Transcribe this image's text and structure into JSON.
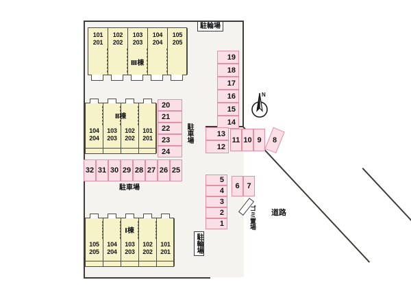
{
  "diagram": {
    "type": "site-plan",
    "title": "",
    "road_label": "道路",
    "garbage_label": "ゴミ置場",
    "parking_area_label": "駐車場",
    "bicycle_area_label": "駐輪場",
    "compass_label": "N"
  },
  "buildings": [
    {
      "id": "bldg-3",
      "name": "Ⅲ棟",
      "units": [
        {
          "upper": "101",
          "lower": "201"
        },
        {
          "upper": "102",
          "lower": "202"
        },
        {
          "upper": "103",
          "lower": "203"
        },
        {
          "upper": "104",
          "lower": "204"
        },
        {
          "upper": "105",
          "lower": "205"
        }
      ]
    },
    {
      "id": "bldg-2",
      "name": "Ⅱ棟",
      "units": [
        {
          "upper": "104",
          "lower": "204"
        },
        {
          "upper": "103",
          "lower": "203"
        },
        {
          "upper": "102",
          "lower": "202"
        },
        {
          "upper": "101",
          "lower": "201"
        }
      ]
    },
    {
      "id": "bldg-1",
      "name": "Ⅰ棟",
      "units": [
        {
          "upper": "105",
          "lower": "205"
        },
        {
          "upper": "104",
          "lower": "204"
        },
        {
          "upper": "103",
          "lower": "203"
        },
        {
          "upper": "102",
          "lower": "202"
        },
        {
          "upper": "101",
          "lower": "201"
        }
      ]
    }
  ],
  "parking_groups": [
    {
      "id": "col-19-14",
      "orientation": "vertical",
      "stalls": [
        "19",
        "18",
        "17",
        "16",
        "15",
        "14"
      ]
    },
    {
      "id": "col-13-12",
      "orientation": "vertical",
      "stalls": [
        "13",
        "12"
      ]
    },
    {
      "id": "row-11-9",
      "orientation": "horizontal",
      "stalls": [
        "11",
        "10",
        "9"
      ]
    },
    {
      "id": "angled-8",
      "orientation": "angled",
      "stalls": [
        "8"
      ]
    },
    {
      "id": "col-20-24",
      "orientation": "vertical",
      "stalls": [
        "20",
        "21",
        "22",
        "23",
        "24"
      ]
    },
    {
      "id": "row-32-25",
      "orientation": "horizontal",
      "stalls": [
        "32",
        "31",
        "30",
        "29",
        "28",
        "27",
        "26",
        "25"
      ]
    },
    {
      "id": "col-5-1",
      "orientation": "vertical",
      "stalls": [
        "5",
        "4",
        "3",
        "2",
        "1"
      ]
    },
    {
      "id": "row-6-7",
      "orientation": "horizontal",
      "stalls": [
        "6",
        "7"
      ]
    }
  ],
  "labels": {
    "bike_top": "駐輪場",
    "bike_bottom": "駐輪場",
    "parking_mid": "駐車場",
    "parking_bottom": "駐車場",
    "garbage": "ゴミ置場",
    "road": "道路",
    "north": "N"
  },
  "colors": {
    "site_fill": "#f4f3ef",
    "building_fill": "#f7f3c9",
    "building_stroke": "#4c4a3c",
    "stall_fill": "#fbdfe6",
    "stall_stroke": "#e48fa4",
    "outline": "#3a3a36",
    "background": "#ffffff"
  }
}
